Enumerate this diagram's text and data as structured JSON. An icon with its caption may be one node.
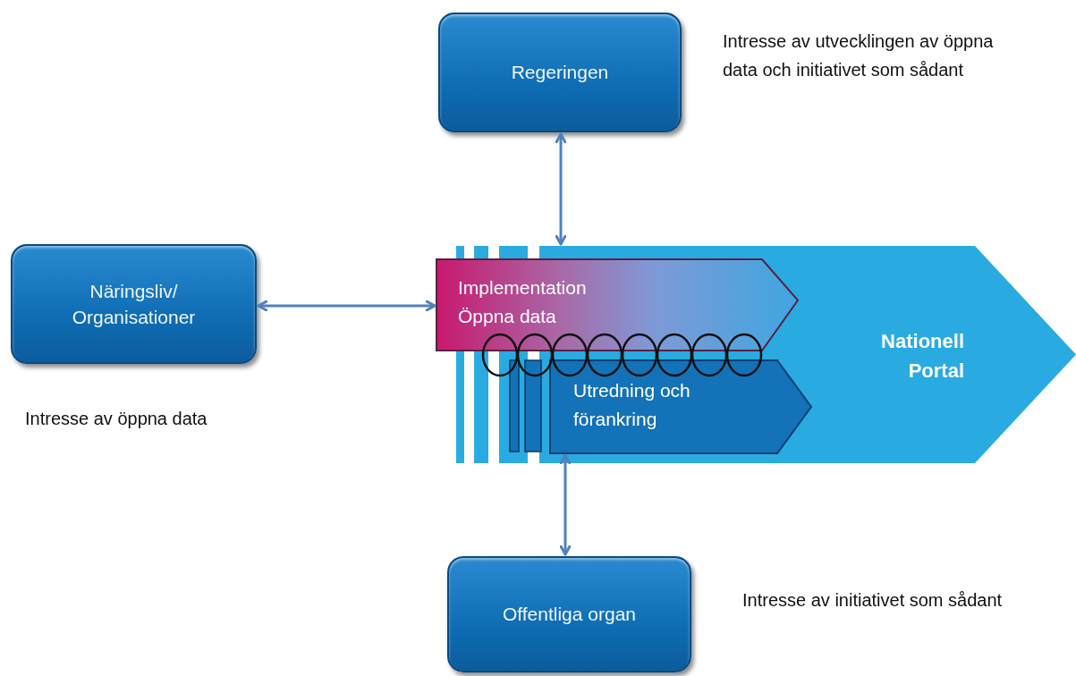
{
  "diagram": {
    "nodes": [
      {
        "text": [
          "Regeringen"
        ],
        "beside": [
          "Intresse av utvecklingen av öppna data och initiativet som sådant"
        ]
      },
      {
        "text": [
          "Näringsliv/ Organisationer"
        ],
        "beside": [
          "Intresse av öppna data"
        ]
      },
      {
        "text": [
          "Nationell Portal"
        ]
      },
      {
        "text": [
          "Implementation Öppna data"
        ]
      },
      {
        "text": [
          "Utredning och förankring"
        ],
        "in": 2
      },
      {
        "text": [
          "Offentliga organ"
        ],
        "beside": [
          "Intresse av initiativet som sådant"
        ]
      }
    ],
    "edges": [
      {
        "from": 0,
        "to": 2,
        "arrow": "both"
      },
      {
        "from": 1,
        "to": 3,
        "arrow": "both"
      },
      {
        "from": 5,
        "to": 4,
        "arrow": "both"
      }
    ]
  }
}
